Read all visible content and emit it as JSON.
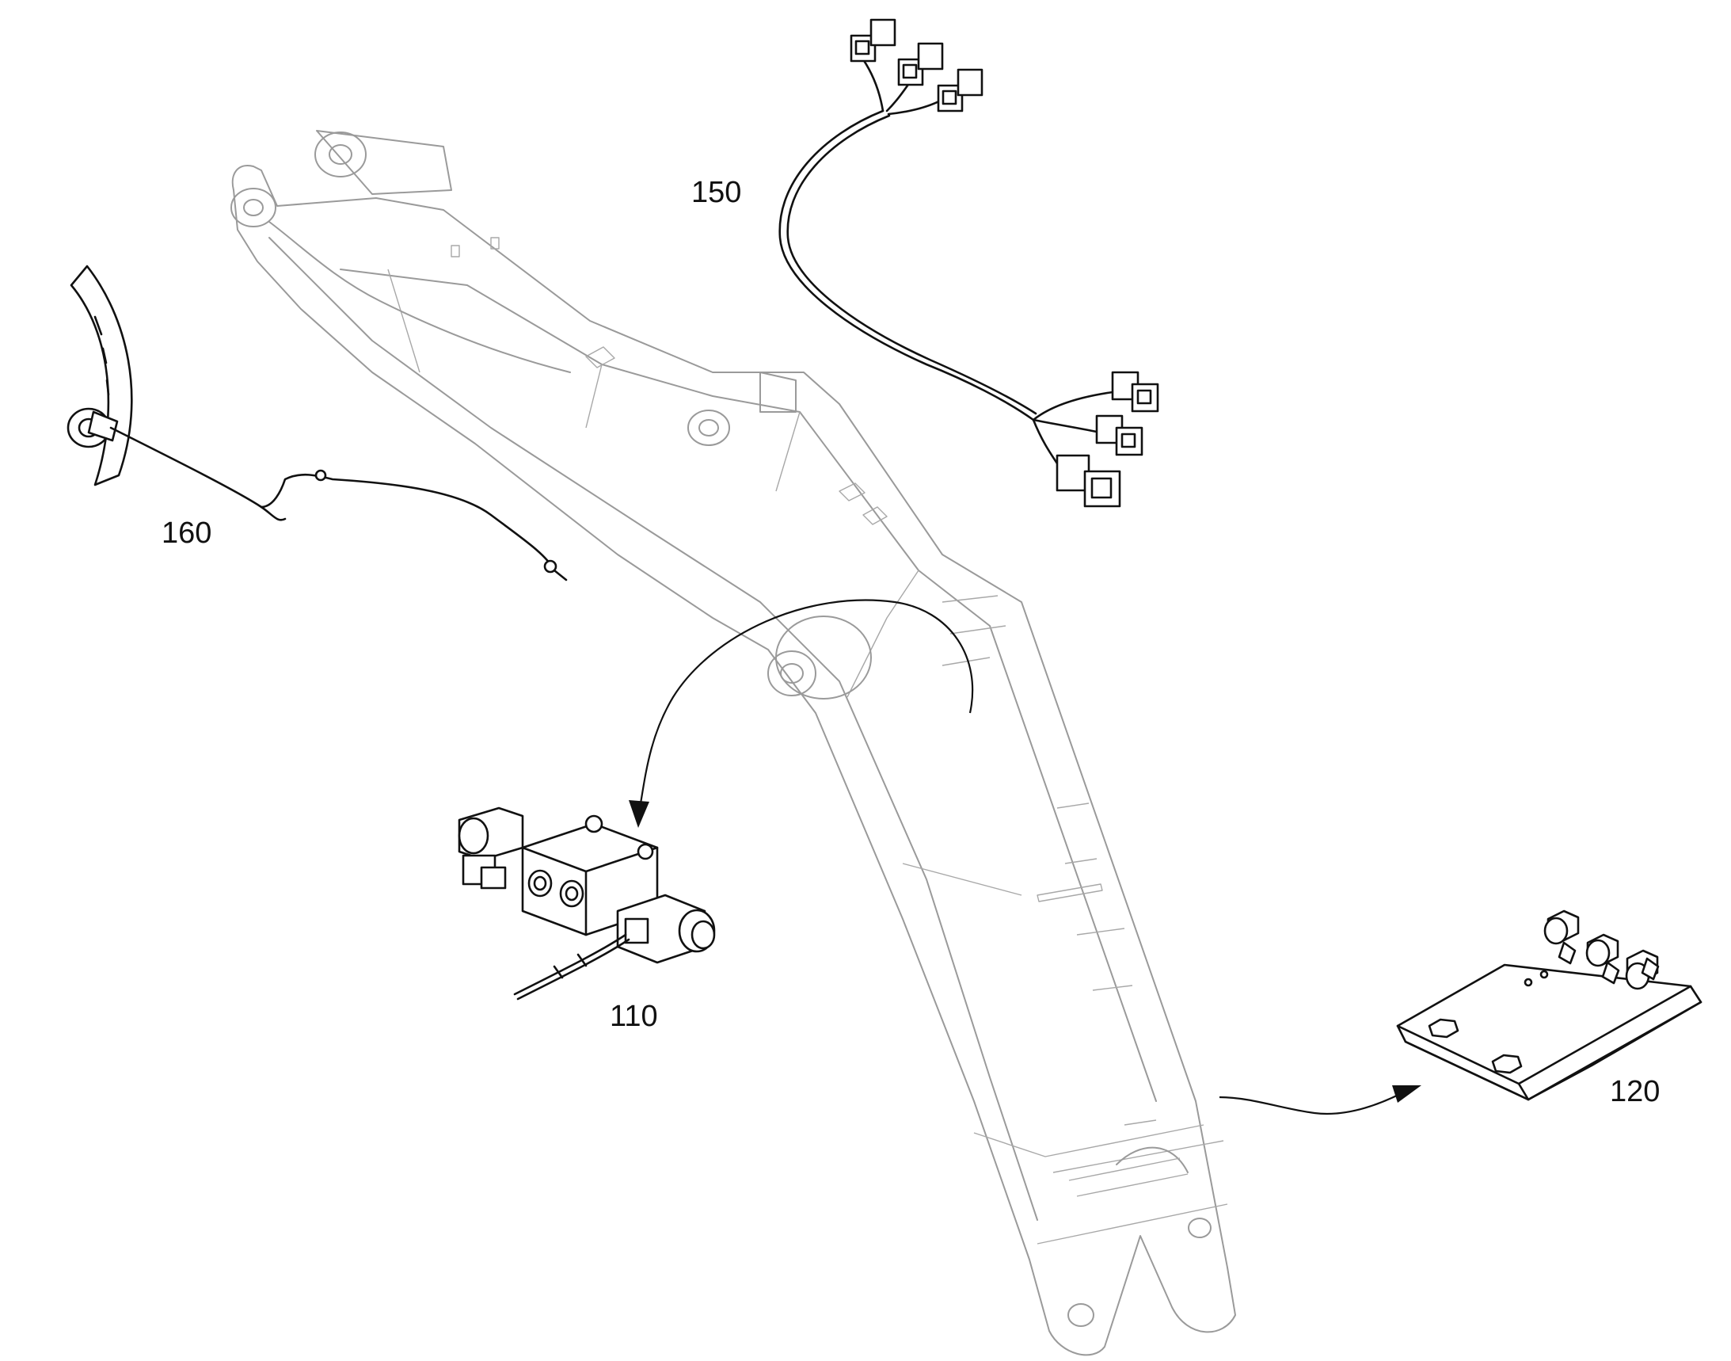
{
  "figure": {
    "callouts": {
      "valve": "110",
      "plate": "120",
      "harness": "150",
      "sensor": "160"
    }
  }
}
